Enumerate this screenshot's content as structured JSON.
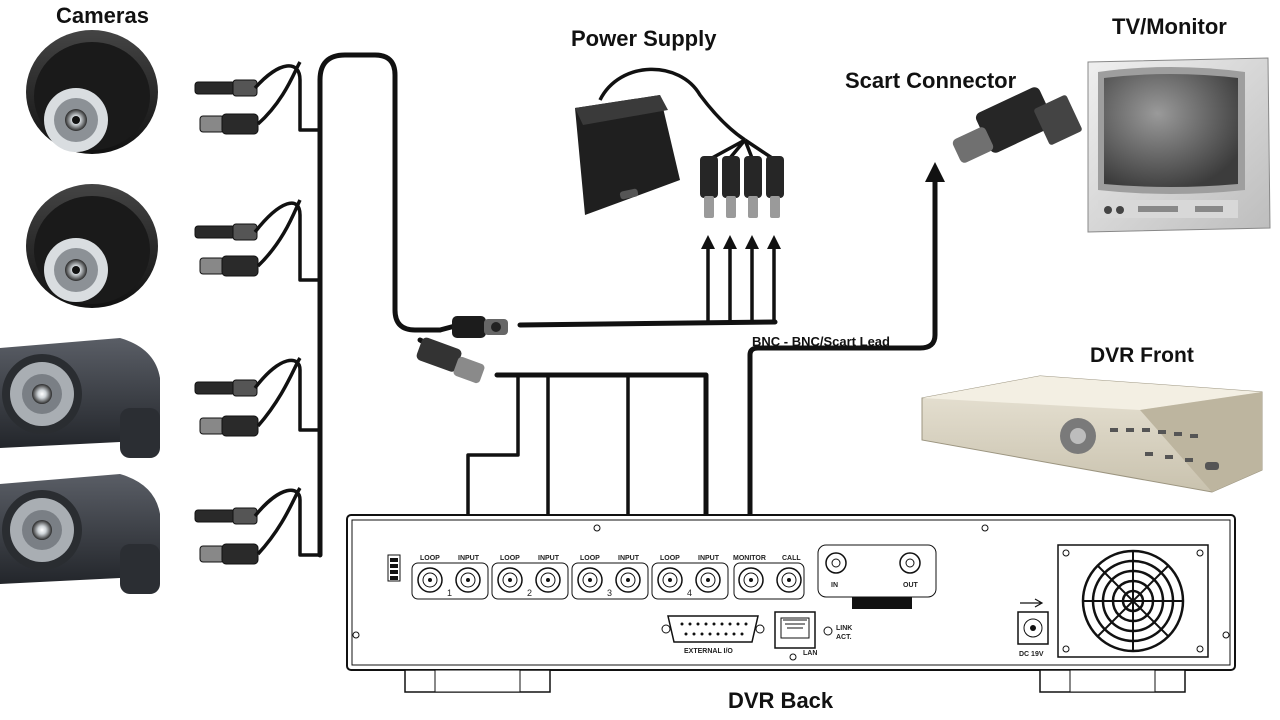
{
  "labels": {
    "cameras": "Cameras",
    "power_supply": "Power Supply",
    "tv_monitor": "TV/Monitor",
    "scart_connector": "Scart Connector",
    "bnc_scart_lead": "BNC - BNC/Scart Lead",
    "dvr_front": "DVR Front",
    "dvr_back": "DVR Back"
  },
  "dvr_back_panel": {
    "channels": [
      {
        "loop": "LOOP",
        "input": "INPUT",
        "number": "1"
      },
      {
        "loop": "LOOP",
        "input": "INPUT",
        "number": "2"
      },
      {
        "loop": "LOOP",
        "input": "INPUT",
        "number": "3"
      },
      {
        "loop": "LOOP",
        "input": "INPUT",
        "number": "4"
      }
    ],
    "monitor": "MONITOR",
    "call": "CALL",
    "audio_in": "IN",
    "audio_out": "OUT",
    "external_io": "EXTERNAL I/O",
    "lan": "LAN",
    "link_act_1": "LINK",
    "link_act_2": "ACT.",
    "dc_power": "DC 19V"
  },
  "cameras": [
    {
      "type": "dome",
      "icon": "dome-camera-icon"
    },
    {
      "type": "dome",
      "icon": "dome-camera-icon"
    },
    {
      "type": "bullet",
      "icon": "bullet-camera-icon"
    },
    {
      "type": "bullet",
      "icon": "bullet-camera-icon"
    }
  ]
}
